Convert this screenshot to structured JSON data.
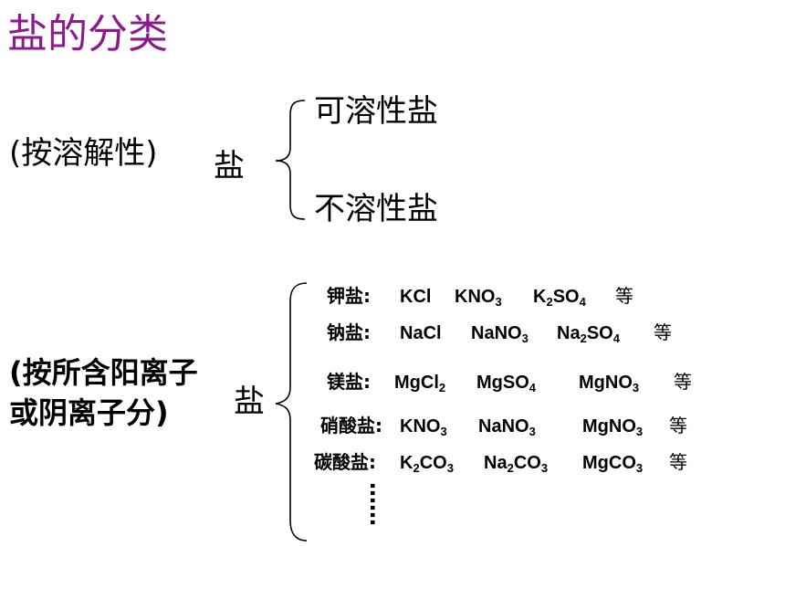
{
  "title": "盐的分类",
  "section1": {
    "criterion": "(按溶解性)",
    "root": "盐",
    "branches": [
      "可溶性盐",
      "不溶性盐"
    ]
  },
  "section2": {
    "criterion_line1": "(按所含阳离子",
    "criterion_line2": "或阴离子分)",
    "root": "盐",
    "rows": [
      {
        "label": "钾盐:",
        "items": [
          [
            "KCl"
          ],
          [
            "KNO",
            "3"
          ],
          [
            "K",
            "2",
            "SO",
            "4"
          ]
        ],
        "suffix": "等"
      },
      {
        "label": "钠盐:",
        "items": [
          [
            "NaCl"
          ],
          [
            "NaNO",
            "3"
          ],
          [
            "Na",
            "2",
            "SO",
            "4"
          ]
        ],
        "suffix": "等"
      },
      {
        "label": "镁盐:",
        "items": [
          [
            "MgCl",
            "2"
          ],
          [
            "MgSO",
            "4"
          ],
          [
            "MgNO",
            "3"
          ]
        ],
        "suffix": "等"
      },
      {
        "label": "硝酸盐:",
        "items": [
          [
            "KNO",
            "3"
          ],
          [
            "NaNO",
            "3"
          ],
          [
            "MgNO",
            "3"
          ]
        ],
        "suffix": "等"
      },
      {
        "label": "碳酸盐:",
        "items": [
          [
            "K",
            "2",
            "CO",
            "3"
          ],
          [
            "Na",
            "2",
            "CO",
            "3"
          ],
          [
            "MgCO",
            "3"
          ]
        ],
        "suffix": "等"
      }
    ],
    "ellipsis": "……"
  }
}
